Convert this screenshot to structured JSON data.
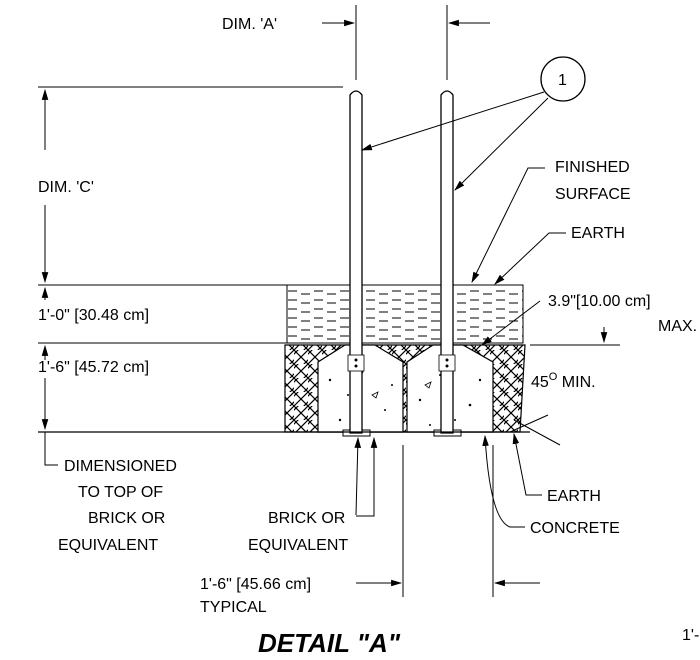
{
  "detail": {
    "title": "DETAIL \"A\"",
    "dim_a": "DIM. 'A'",
    "dim_c": "DIM. 'C'",
    "callout": "1",
    "finished_surface_1": "FINISHED",
    "finished_surface_2": "SURFACE",
    "earth_top": "EARTH",
    "earth_top_depth": "1'-0\" [30.48 cm]",
    "max_depth_1": "3.9\"[10.00 cm]",
    "max_depth_2": "MAX.",
    "embed_depth": "1'-6\" [45.72 cm]",
    "angle_value": "45",
    "angle_unit": "O",
    "angle_min": " MIN.",
    "dimensioned_1": "DIMENSIONED",
    "dimensioned_2": "TO TOP OF",
    "dimensioned_3": "BRICK OR",
    "dimensioned_4": "EQUIVALENT",
    "brick_1": "BRICK OR",
    "brick_2": "EQUIVALENT",
    "earth_bottom": "EARTH",
    "concrete": "CONCRETE",
    "spacing_1": "1'-6\" [45.66 cm]",
    "spacing_2": "TYPICAL",
    "edge_fragment": "1'-"
  }
}
